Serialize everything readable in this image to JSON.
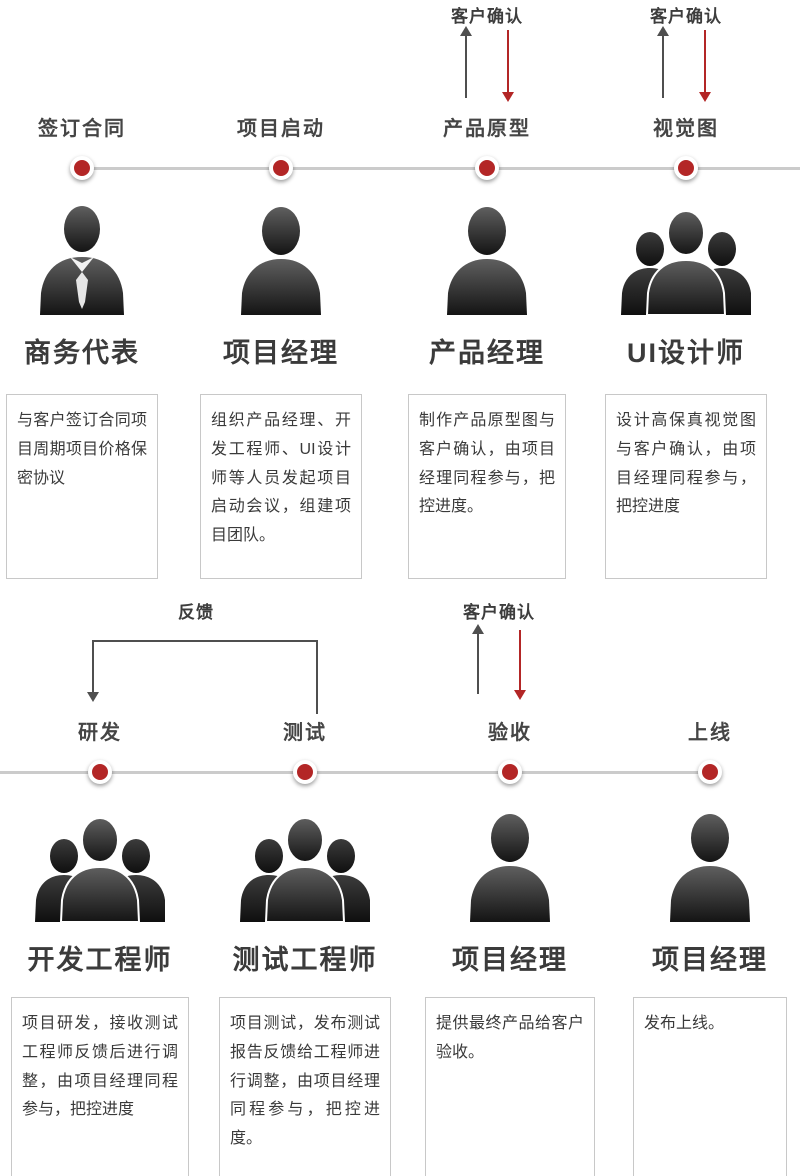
{
  "colors": {
    "accent_red": "#b32626",
    "arrow_dark": "#4f4f4f",
    "timeline_gray": "#cbcbcb",
    "box_border": "#c8c8c8",
    "text_dark": "#3b3b3b"
  },
  "top_row": {
    "stages": [
      {
        "stage_label": "签订合同",
        "role": "商务代表",
        "icon": "person-tie-icon",
        "description": "与客户签订合同项目周期项目价格保密协议"
      },
      {
        "stage_label": "项目启动",
        "role": "项目经理",
        "icon": "person-icon",
        "description": "组织产品经理、开发工程师、UI设计师等人员发起项目启动会议，组建项目团队。"
      },
      {
        "stage_label": "产品原型",
        "role": "产品经理",
        "icon": "person-icon",
        "annotation": "客户确认",
        "description": "制作产品原型图与客户确认，由项目经理同程参与，把控进度。"
      },
      {
        "stage_label": "视觉图",
        "role": "UI设计师",
        "icon": "group-icon",
        "annotation": "客户确认",
        "description": "设计高保真视觉图与客户确认，由项目经理同程参与，把控进度"
      }
    ]
  },
  "bottom_row": {
    "feedback_label": "反馈",
    "stages": [
      {
        "stage_label": "研发",
        "role": "开发工程师",
        "icon": "group-icon",
        "description": "项目研发，接收测试工程师反馈后进行调整，由项目经理同程参与，把控进度"
      },
      {
        "stage_label": "测试",
        "role": "测试工程师",
        "icon": "group-icon",
        "description": "项目测试，发布测试报告反馈给工程师进行调整，由项目经理同程参与，把控进度。"
      },
      {
        "stage_label": "验收",
        "role": "项目经理",
        "icon": "person-icon",
        "annotation": "客户确认",
        "description": "提供最终产品给客户验收。"
      },
      {
        "stage_label": "上线",
        "role": "项目经理",
        "icon": "person-icon",
        "description": "发布上线。"
      }
    ]
  }
}
